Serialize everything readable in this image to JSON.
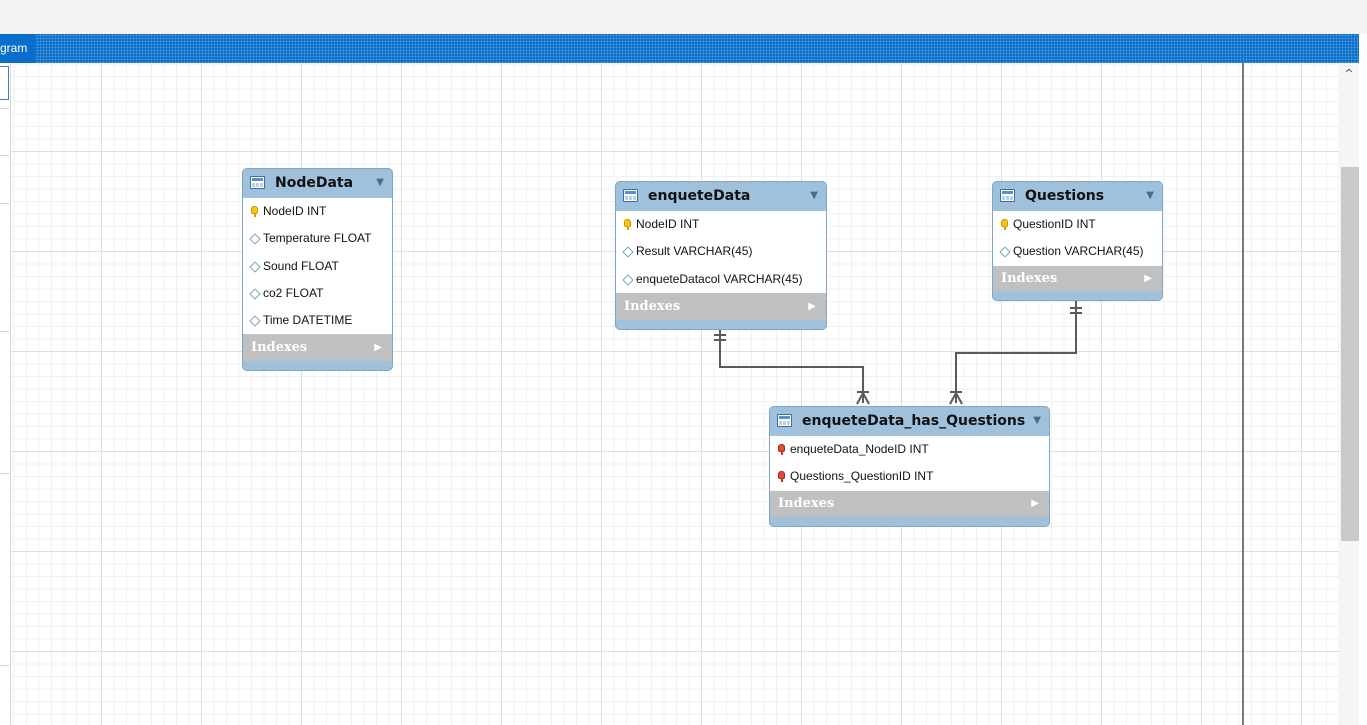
{
  "tab": {
    "title": "gram"
  },
  "scrollbar": {
    "up_glyph": "^"
  },
  "tables": [
    {
      "name": "NodeData",
      "columns": [
        {
          "label": "NodeID INT",
          "icon": "key-icon"
        },
        {
          "label": "Temperature FLOAT",
          "icon": "column-icon"
        },
        {
          "label": "Sound FLOAT",
          "icon": "column-icon"
        },
        {
          "label": "co2 FLOAT",
          "icon": "column-icon"
        },
        {
          "label": "Time DATETIME",
          "icon": "column-icon"
        }
      ],
      "indexes_label": "Indexes"
    },
    {
      "name": "enqueteData",
      "columns": [
        {
          "label": "NodeID INT",
          "icon": "key-icon"
        },
        {
          "label": "Result VARCHAR(45)",
          "icon": "column-icon"
        },
        {
          "label": "enqueteDatacol VARCHAR(45)",
          "icon": "column-icon"
        }
      ],
      "indexes_label": "Indexes"
    },
    {
      "name": "Questions",
      "columns": [
        {
          "label": "QuestionID INT",
          "icon": "key-icon"
        },
        {
          "label": "Question VARCHAR(45)",
          "icon": "column-icon"
        }
      ],
      "indexes_label": "Indexes"
    },
    {
      "name": "enqueteData_has_Questions",
      "columns": [
        {
          "label": "enqueteData_NodeID INT",
          "icon": "foreign-key-icon"
        },
        {
          "label": "Questions_QuestionID INT",
          "icon": "foreign-key-icon"
        }
      ],
      "indexes_label": "Indexes"
    }
  ],
  "colors": {
    "tab_bar": "#0a6ecc",
    "table_header": "#9fc1dc",
    "indexes_bar": "#c0c0c0",
    "relationship_line": "#5a5a5a"
  }
}
